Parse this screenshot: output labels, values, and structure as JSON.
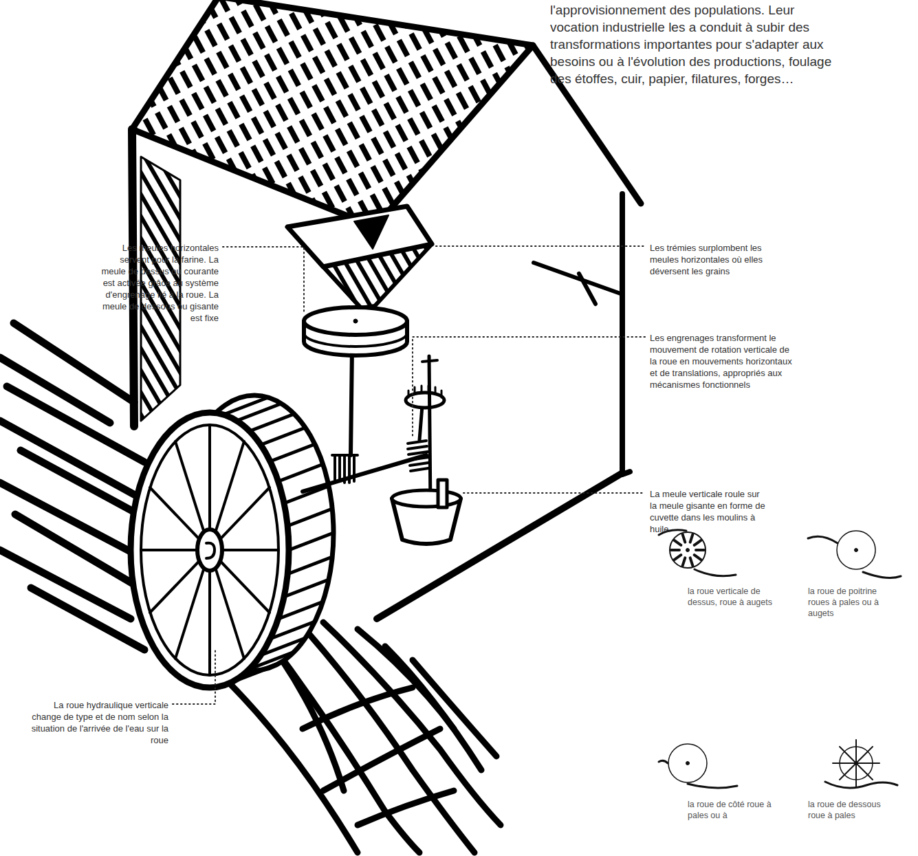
{
  "diagram": {
    "labels": [
      "l'approvisionnement des populations. Leur vocation industrielle les a conduit à subir des transformations importantes pour s'adapter aux besoins ou à l'évolution des productions, foulage des étoffes, cuir, papier, filatures, forges…",
      "Les meules horizontales servent pour la farine. La meule de dessus ou courante est activée grâce au système d'engrenage lié à la roue. La meule de dessous ou gisante est fixe",
      "Les trémies surplombent les meules horizontales où elles déversent les grains",
      "Les engrenages transforment le mouvement de rotation verticale de la roue en mouvements horizontaux et de translations, appropriés aux mécanismes fonctionnels",
      "La meule verticale roule sur la meule gisante en forme de cuvette dans les moulins à huile",
      "La roue hydraulique verticale change de type et de nom selon la situation de l'arrivée de l'eau sur la roue",
      "la roue verticale de dessus, roue à augets",
      "la roue de poitrine roues à pales ou à augets",
      "la roue de côté roue à pales ou à",
      "la roue de dessous roue à pales"
    ]
  }
}
